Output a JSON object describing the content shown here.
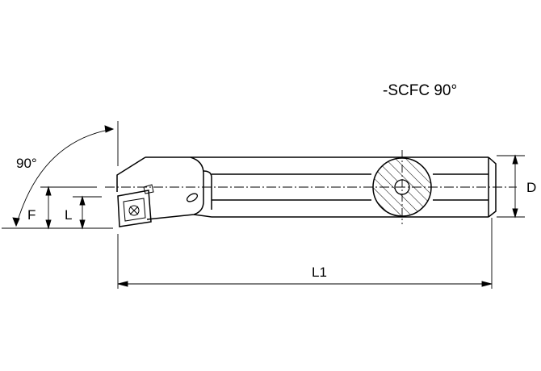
{
  "title": "-SCFC 90°",
  "dimensions": {
    "angle": "90°",
    "F": "F",
    "L": "L",
    "L1": "L1",
    "D": "D"
  }
}
